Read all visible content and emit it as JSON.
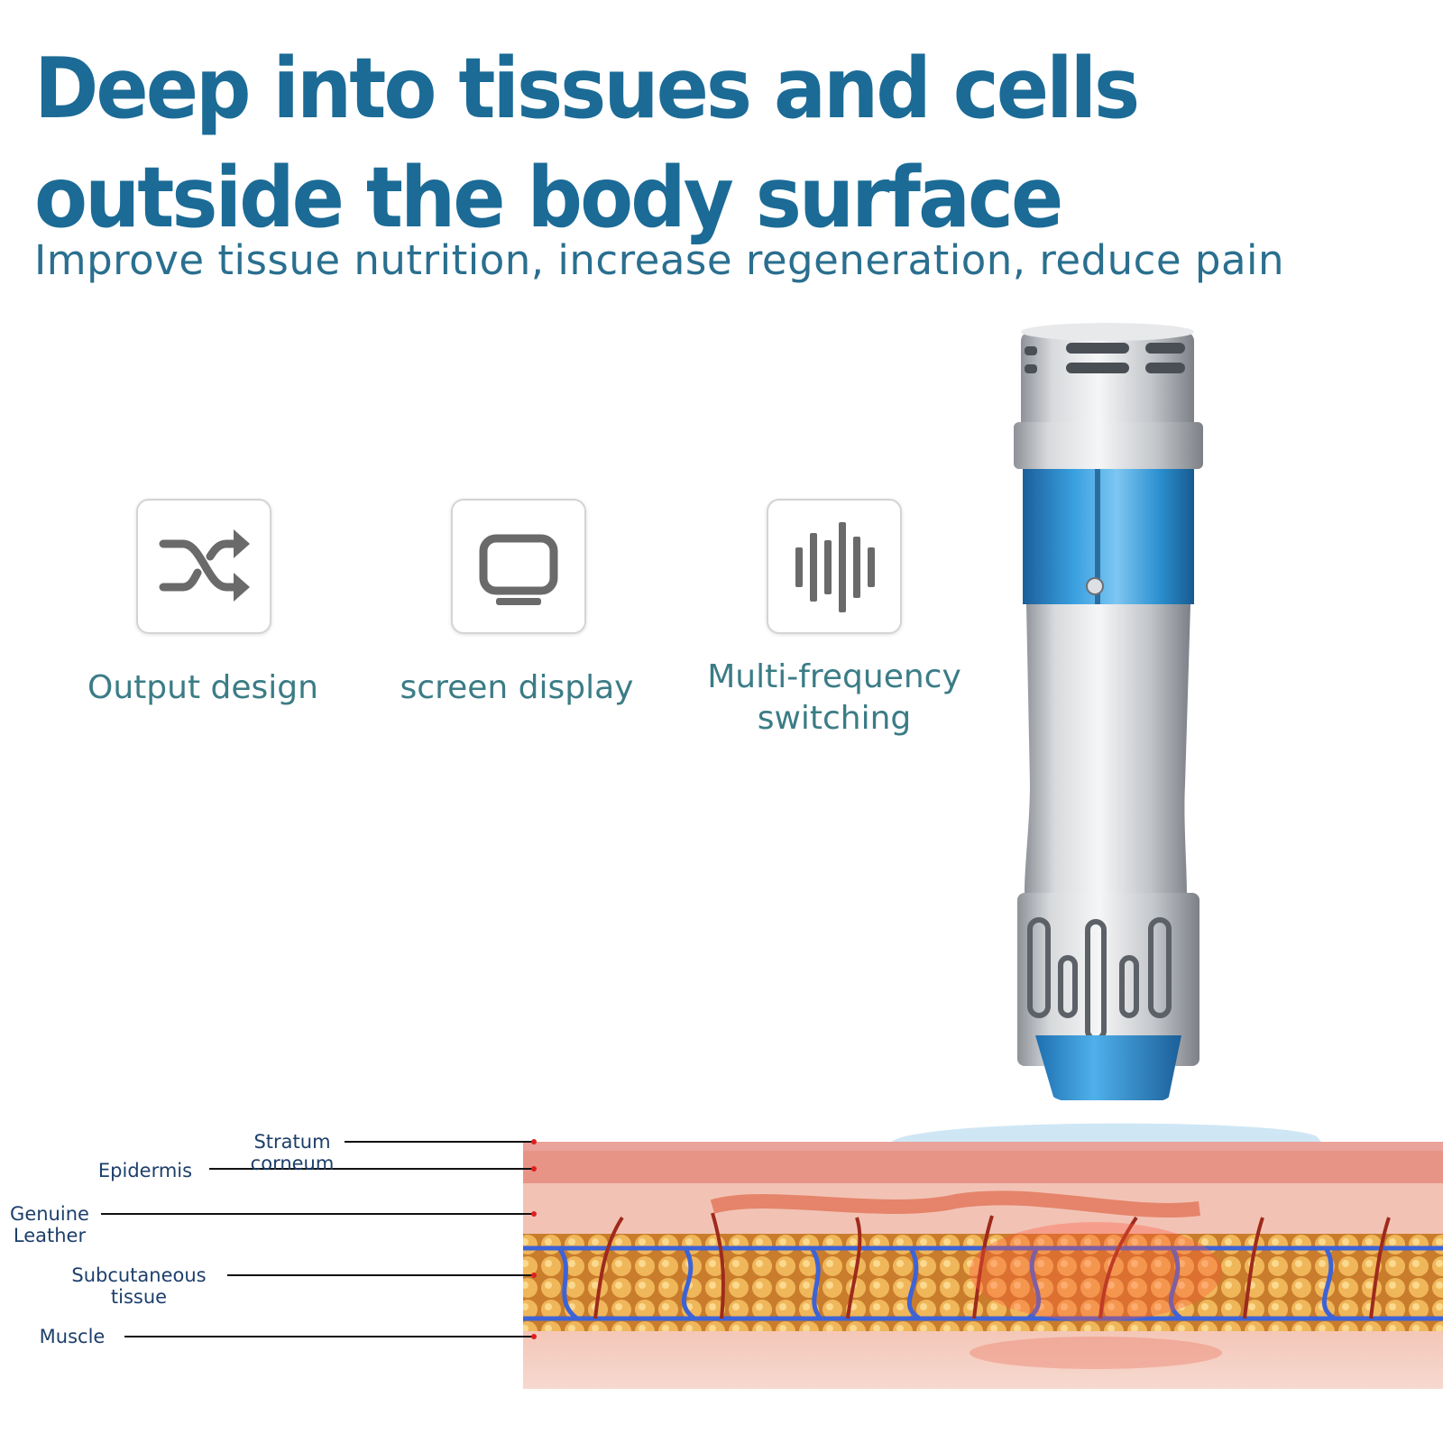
{
  "headline": "Deep into tissues and cells outside the body surface",
  "subheadline": "Improve tissue nutrition, increase regeneration, reduce pain",
  "features": [
    {
      "icon": "shuffle-icon",
      "label": "Output design"
    },
    {
      "icon": "monitor-icon",
      "label": "screen display"
    },
    {
      "icon": "sound-wave-icon",
      "label": "Multi-frequency switching"
    }
  ],
  "tissue_layers": [
    {
      "label": "Stratum corneum"
    },
    {
      "label": "Epidermis"
    },
    {
      "label": "Genuine Leather"
    },
    {
      "label": "Subcutaneous tissue"
    },
    {
      "label": "Muscle"
    }
  ],
  "colors": {
    "headline": "#1b6b96",
    "feature_text": "#3b7c86",
    "device_blue": "#2a8fd0",
    "skin": "#e8a08f"
  }
}
